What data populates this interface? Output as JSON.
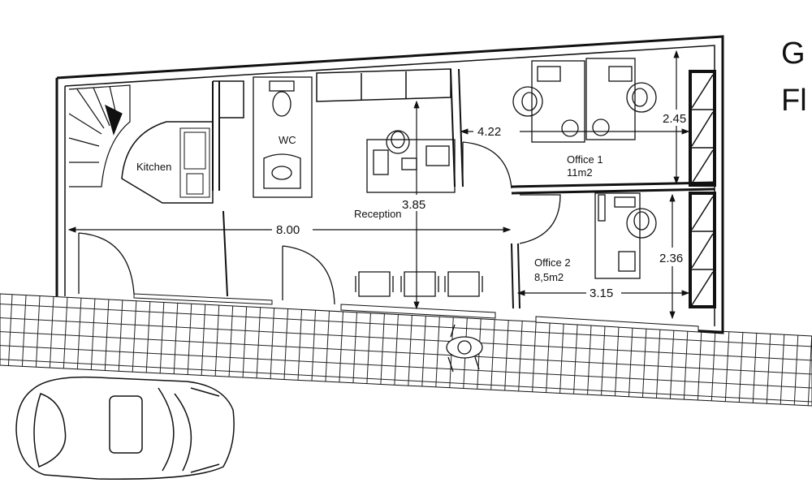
{
  "title": {
    "line1": "G",
    "line2": "Fl"
  },
  "rooms": {
    "kitchen": "Kitchen",
    "wc": "WC",
    "reception": "Reception",
    "office1": {
      "name": "Office 1",
      "area": "11m2"
    },
    "office2": {
      "name": "Office 2",
      "area": "8,5m2"
    }
  },
  "dimensions": {
    "total_length": "8.00",
    "reception_depth": "3.85",
    "office1_width": "4.22",
    "office1_depth": "2.45",
    "office2_width": "3.15",
    "office2_depth": "2.36"
  }
}
